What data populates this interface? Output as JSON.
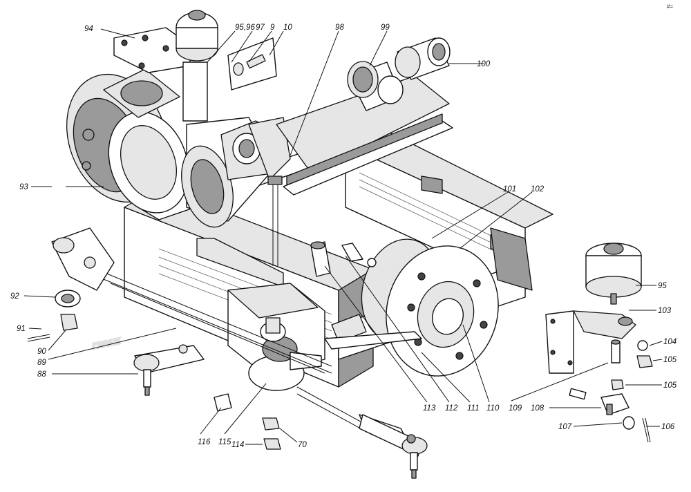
{
  "watermark": "ГАРАЖ",
  "corner_mark": "#=",
  "callouts": [
    {
      "id": "94",
      "text": "94"
    },
    {
      "id": "95_96",
      "text": "95,96"
    },
    {
      "id": "97",
      "text": "97"
    },
    {
      "id": "9",
      "text": "9"
    },
    {
      "id": "10",
      "text": "10"
    },
    {
      "id": "98",
      "text": "98"
    },
    {
      "id": "99",
      "text": "99"
    },
    {
      "id": "100",
      "text": "100"
    },
    {
      "id": "93",
      "text": "93"
    },
    {
      "id": "101",
      "text": "101"
    },
    {
      "id": "102",
      "text": "102"
    },
    {
      "id": "95",
      "text": "95"
    },
    {
      "id": "103",
      "text": "103"
    },
    {
      "id": "92",
      "text": "92"
    },
    {
      "id": "91",
      "text": "91"
    },
    {
      "id": "90",
      "text": "90"
    },
    {
      "id": "89",
      "text": "89"
    },
    {
      "id": "88",
      "text": "88"
    },
    {
      "id": "104",
      "text": "104"
    },
    {
      "id": "105a",
      "text": "105"
    },
    {
      "id": "105b",
      "text": "105"
    },
    {
      "id": "113",
      "text": "113"
    },
    {
      "id": "112",
      "text": "112"
    },
    {
      "id": "111",
      "text": "111"
    },
    {
      "id": "110",
      "text": "110"
    },
    {
      "id": "109",
      "text": "109"
    },
    {
      "id": "108",
      "text": "108"
    },
    {
      "id": "107",
      "text": "107"
    },
    {
      "id": "106",
      "text": "106"
    },
    {
      "id": "116",
      "text": "116"
    },
    {
      "id": "115",
      "text": "115"
    },
    {
      "id": "114",
      "text": "114"
    },
    {
      "id": "70",
      "text": "70"
    }
  ]
}
